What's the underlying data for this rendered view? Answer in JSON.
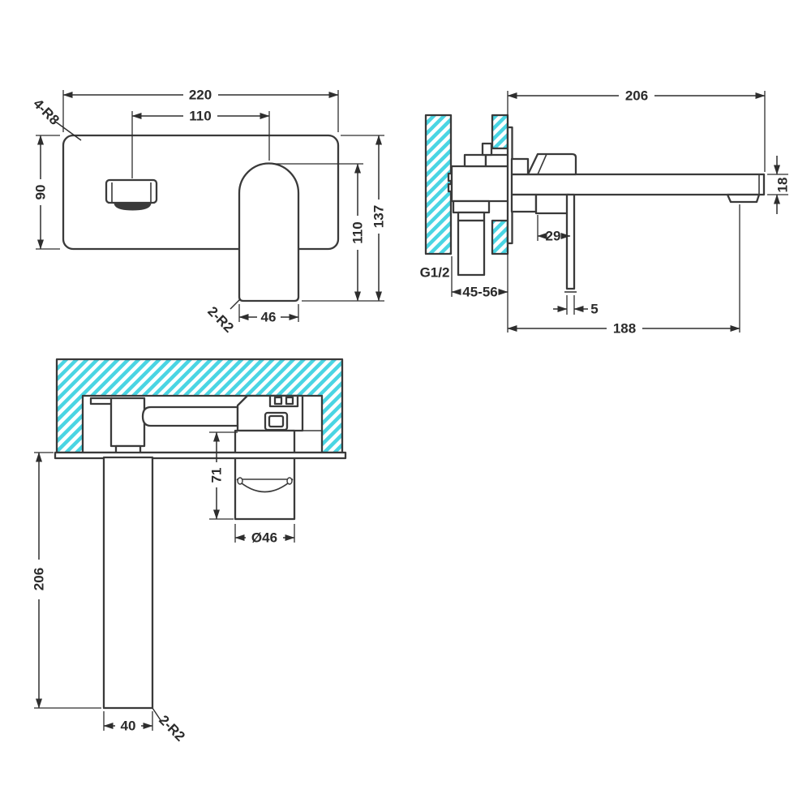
{
  "title": "Wall mounted basin mixer — installation dimension drawing",
  "colors": {
    "line": "#3a3a3a",
    "dim": "#2e2e2e",
    "text": "#2b2b2b",
    "hatch": "#4ad5e3",
    "background": "#ffffff"
  },
  "views": {
    "front": {
      "dims": {
        "plate_width": "220",
        "spout_to_handle": "110",
        "plate_height": "90",
        "handle_height": "110",
        "overall_height": "137",
        "handle_width": "46",
        "plate_corner_radius": "4-R8",
        "handle_corner_radius": "2-R2"
      }
    },
    "side": {
      "dims": {
        "spout_reach": "206",
        "spout_height": "18",
        "handle_body_offset": "29",
        "inlet_thread": "G1/2",
        "wall_thickness_range": "45-56",
        "lever_thickness": "5",
        "lever_reach": "188"
      }
    },
    "plan": {
      "dims": {
        "handle_length": "71",
        "handle_diameter": "Ø46",
        "spout_drop": "206",
        "spout_width": "40",
        "spout_corner_radius": "2-R2"
      }
    }
  }
}
